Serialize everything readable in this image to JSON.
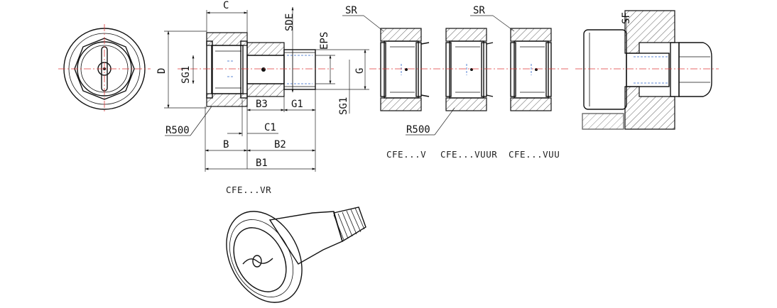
{
  "labels": {
    "c": "C",
    "sde": "SDE",
    "eps": "EPS",
    "d": "D",
    "sg1_left": "SG1",
    "g": "G",
    "sg1_right": "SG1",
    "b3": "B3",
    "g1": "G1",
    "r500_left": "R500",
    "c1": "C1",
    "b": "B",
    "b2": "B2",
    "b1": "B1",
    "sr_1": "SR",
    "sr_2": "SR",
    "r500_mid": "R500",
    "sf": "SF"
  },
  "captions": {
    "vr": "CFE...VR",
    "v": "CFE...V",
    "vuur": "CFE...VUUR",
    "vuu": "CFE...VUU"
  }
}
